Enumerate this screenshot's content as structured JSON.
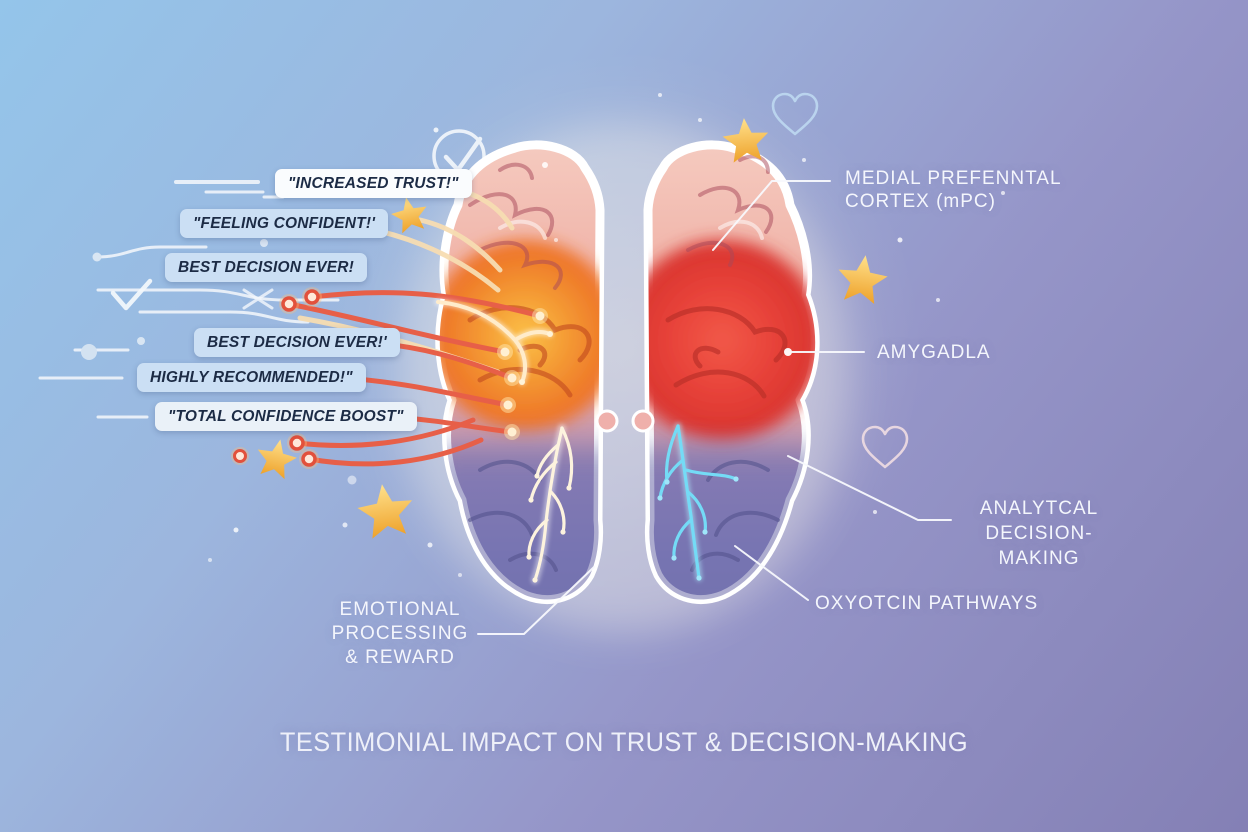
{
  "title": "TESTIMONIAL IMPACT ON TRUST & DECISION-MAKING",
  "testimonials": [
    {
      "text": "\"INCREASED TRUST!\""
    },
    {
      "text": "\"FEELING CONFIDENT!'"
    },
    {
      "text": "BEST DECISION EVER!"
    },
    {
      "text": "BEST DECISION EVER!'"
    },
    {
      "text": "HIGHLY RECOMMENDED!\""
    },
    {
      "text": "\"TOTAL CONFIDENCE BOOST\""
    }
  ],
  "brain_labels": {
    "mpfc_line1": "MEDIAL PREFENNTAL",
    "mpfc_line2": "CORTEX (mPC)",
    "amygdala": "AMYGADLA",
    "analytical_line1": "ANALYTCAL",
    "analytical_line2": "DECISION-MAKING",
    "oxytocin": "OXYOTCIN PATHWAYS",
    "emotional_line1": "EMOTIONAL",
    "emotional_line2": "PROCESSING",
    "emotional_line3": "& REWARD"
  },
  "icons": {
    "star": "★",
    "heart": "♡",
    "check": "✓"
  },
  "colors": {
    "background_top_left": "#94c5ea",
    "background_bottom_right": "#8480b5",
    "bubble_white": "#fafcfe",
    "bubble_blue": "#cbdff4",
    "bubble_text": "#1c2b45",
    "label_text": "#f4f6fc",
    "brain_top_pink": "#f4cabf",
    "brain_left_highlight": "#f08c2e",
    "brain_right_highlight": "#e6433a",
    "brain_bottom_purple": "#8180ba",
    "wire_red": "#e75f48",
    "wire_cream": "#f7ddb2",
    "neural_tree_cream": "#fdf3de",
    "neural_tree_cyan": "#74dbf6",
    "star_gold": "#f3b23c"
  }
}
